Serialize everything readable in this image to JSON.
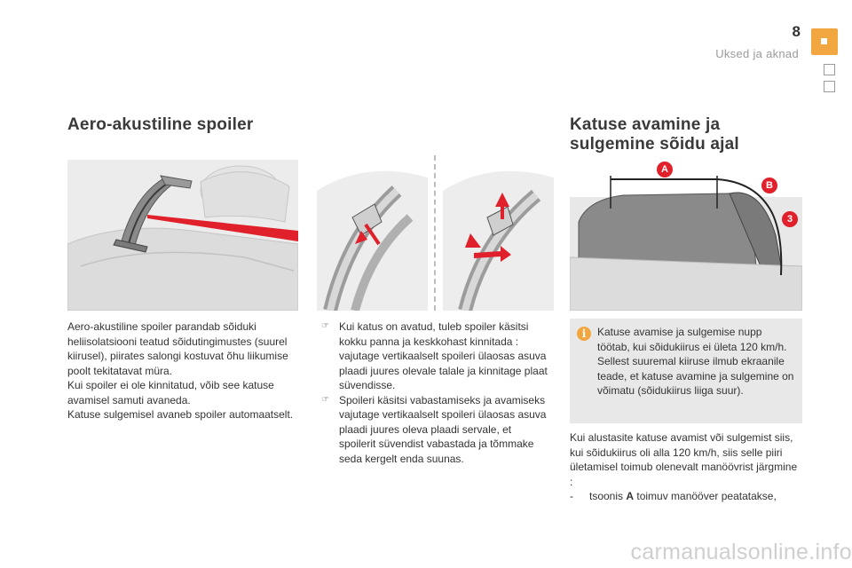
{
  "header": {
    "page_number": "8",
    "section_label": "Uksed ja aknad"
  },
  "left_column": {
    "title": "Aero-akustiline spoiler",
    "paragraphs": [
      "Aero-akustiline spoiler parandab sõiduki heliisolatsiooni teatud sõidutingimustes (suurel kiirusel), piirates salongi kostuvat õhu liikumise poolt tekitatavat müra.",
      "Kui spoiler ei ole kinnitatud, võib see katuse avamisel samuti avaneda.",
      "Katuse sulgemisel avaneb spoiler automaatselt."
    ]
  },
  "middle_column": {
    "bullet_icon": "hand-pointer-icon",
    "bullets": [
      "Kui katus on avatud, tuleb spoiler käsitsi kokku panna ja keskkohast kinnitada : vajutage vertikaalselt spoileri ülaosas asuva plaadi juures olevale talale ja kinnitage plaat süvendisse.",
      "Spoileri käsitsi vabastamiseks ja avamiseks vajutage vertikaalselt spoileri ülaosas asuva plaadi juures oleva plaadi servale, et spoilerit süvendist vabastada ja tõmmake seda kergelt enda suunas."
    ]
  },
  "right_column": {
    "title": "Katuse avamine ja sulgemine sõidu ajal",
    "figure_labels": [
      "A",
      "B",
      "3"
    ],
    "info_icon": "info-icon",
    "info_text": "Katuse avamise ja sulgemise nupp töötab, kui sõidukiirus ei ületa 120 km/h. Sellest suuremal kiiruse ilmub ekraanile teade, et katuse avamine ja sulgemine on võimatu (sõidukiirus liiga suur).",
    "body_text": "Kui alustasite katuse avamist või sulgemist siis, kui sõidukiirus oli alla 120 km/h, siis selle piiri ületamisel toimub olenevalt manöövrist järgmine :",
    "list_item": {
      "dash": "-",
      "prefix": "tsoonis ",
      "bold": "A",
      "suffix": " toimuv manööver peatatakse,"
    }
  },
  "colors": {
    "accent_orange": "#f2a640",
    "arrow_red": "#e0202a",
    "figure_bg": "#ececec"
  },
  "watermark": "carmanualsonline.info"
}
